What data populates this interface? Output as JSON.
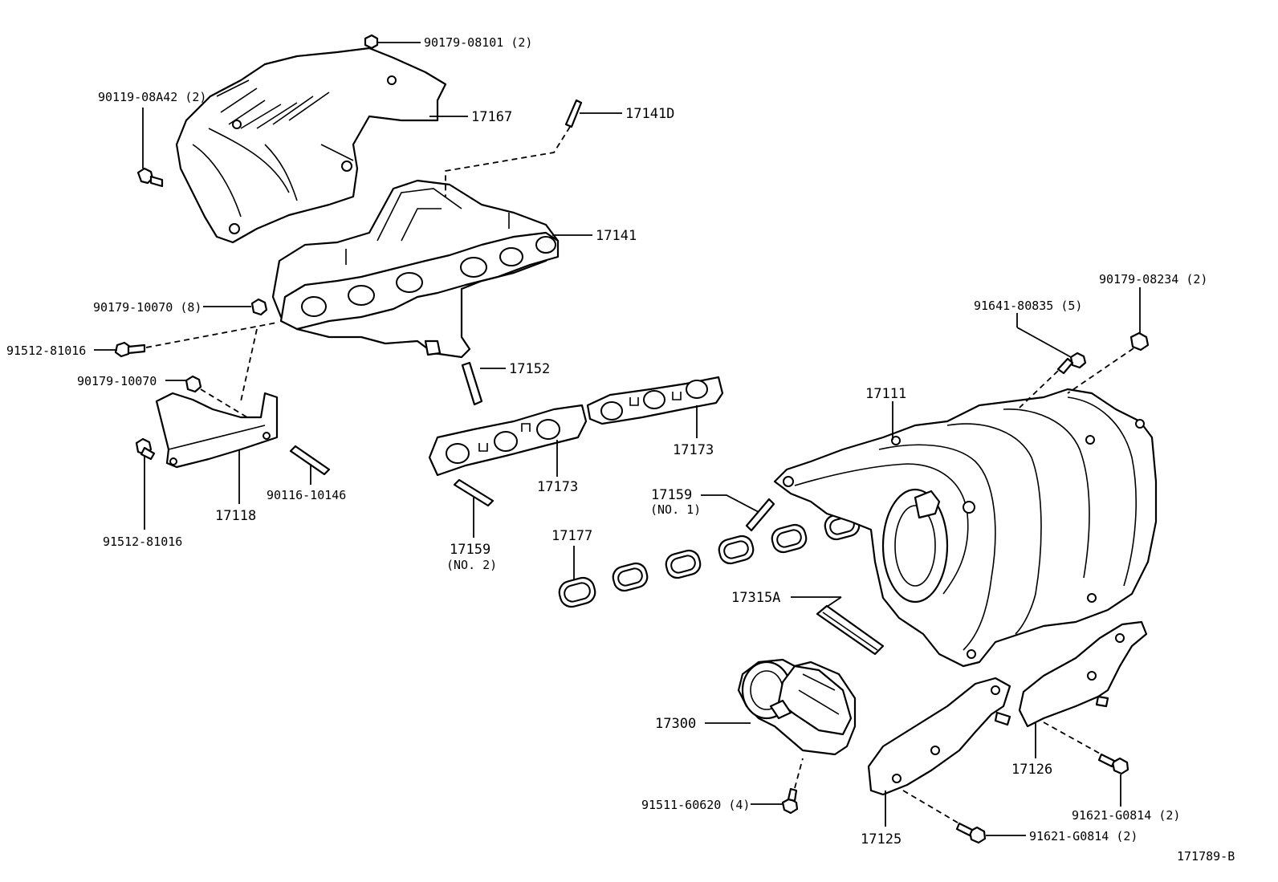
{
  "diagram_id": "171789-B",
  "labels": {
    "l_90179_08101": "90179-08101 (2)",
    "l_90119_08a42": "90119-08A42 (2)",
    "l_17167": "17167",
    "l_17141d": "17141D",
    "l_17141": "17141",
    "l_90179_10070_8": "90179-10070 (8)",
    "l_91512_81016_a": "91512-81016",
    "l_90179_10070": "90179-10070",
    "l_17152": "17152",
    "l_90179_08234": "90179-08234 (2)",
    "l_91641_80835": "91641-80835 (5)",
    "l_17111": "17111",
    "l_17173_a": "17173",
    "l_17173_b": "17173",
    "l_17118": "17118",
    "l_90116_10146": "90116-10146",
    "l_91512_81016_b": "91512-81016",
    "l_17159_no1": "17159",
    "l_no1": "(NO. 1)",
    "l_17159_no2": "17159",
    "l_no2": "(NO. 2)",
    "l_17177": "17177",
    "l_17315a": "17315A",
    "l_17300": "17300",
    "l_17126": "17126",
    "l_91511_60620": "91511-60620 (4)",
    "l_91621_g0814_a": "91621-G0814 (2)",
    "l_17125": "17125",
    "l_91621_g0814_b": "91621-G0814 (2)"
  }
}
